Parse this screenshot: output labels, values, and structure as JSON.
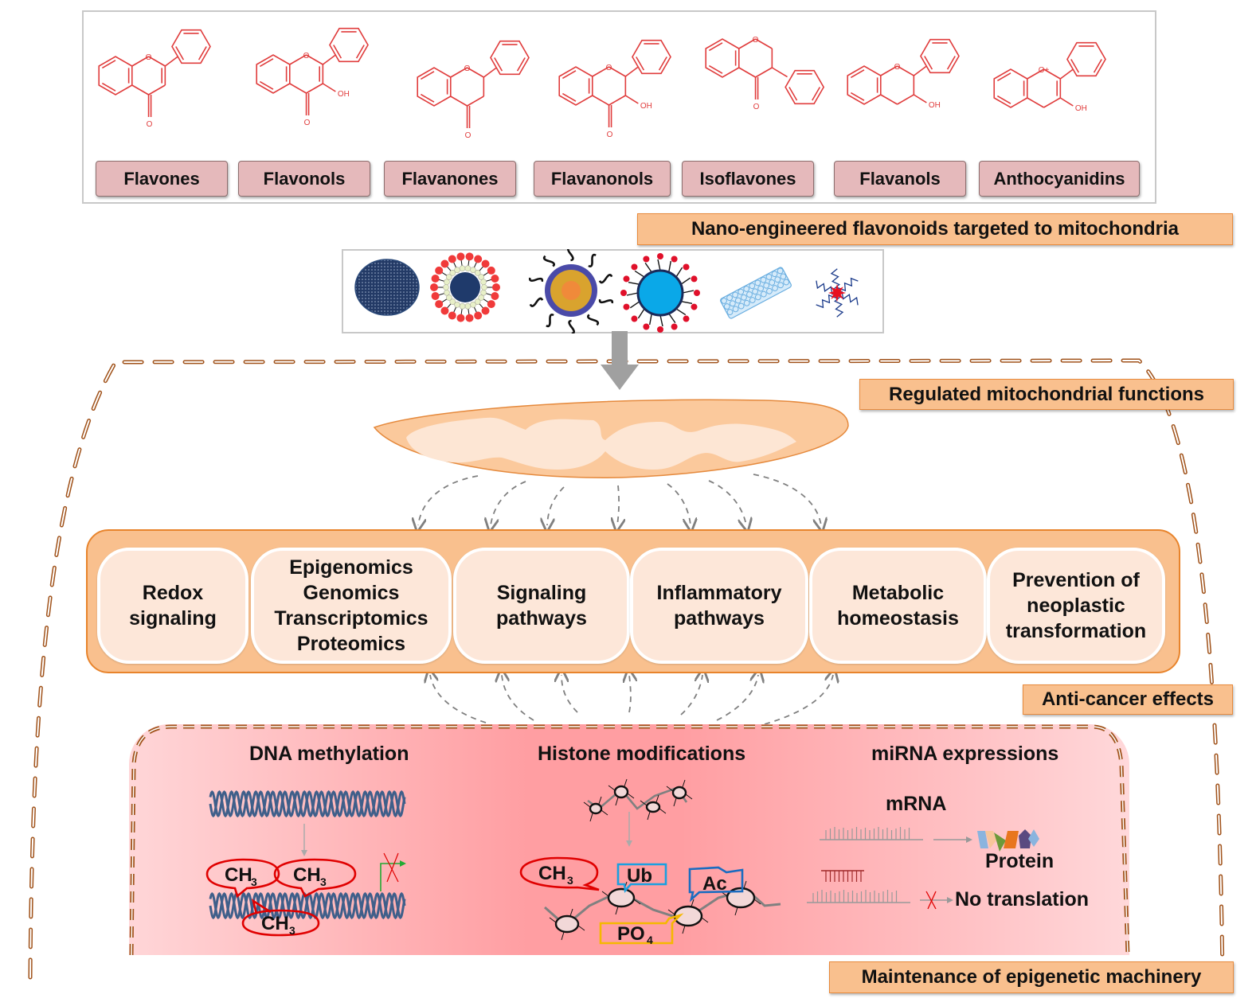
{
  "flavonoid_classes": [
    {
      "label": "Flavones"
    },
    {
      "label": "Flavonols"
    },
    {
      "label": "Flavanones"
    },
    {
      "label": "Flavanonols"
    },
    {
      "label": "Isoflavones"
    },
    {
      "label": "Flavanols"
    },
    {
      "label": "Anthocyanidins"
    }
  ],
  "structure_atom_labels": {
    "oxygen": "O",
    "oxygen_cation": "O+",
    "hydroxyl": "OH"
  },
  "labels": {
    "nano_engineered": "Nano-engineered flavonoids targeted to mitochondria",
    "regulated_functions": "Regulated mitochondrial functions",
    "anti_cancer": "Anti-cancer effects",
    "epigenetic_maintenance": "Maintenance of epigenetic machinery"
  },
  "nanocarriers": [
    {
      "name": "nanoparticle"
    },
    {
      "name": "liposome"
    },
    {
      "name": "polymeric-micelle"
    },
    {
      "name": "dendrimer"
    },
    {
      "name": "carbon-nanotube"
    },
    {
      "name": "nanogel"
    }
  ],
  "effects": [
    {
      "lines": [
        "Redox",
        "signaling"
      ]
    },
    {
      "lines": [
        "Epigenomics",
        "Genomics",
        "Transcriptomics",
        "Proteomics"
      ]
    },
    {
      "lines": [
        "Signaling",
        "pathways"
      ]
    },
    {
      "lines": [
        "Inflammatory",
        "pathways"
      ]
    },
    {
      "lines": [
        "Metabolic",
        "homeostasis"
      ]
    },
    {
      "lines": [
        "Prevention of",
        "neoplastic",
        "transformation"
      ]
    }
  ],
  "epigenetics": {
    "dna_methylation": {
      "title": "DNA methylation",
      "mark": "CH",
      "subscript": "3"
    },
    "histone_modifications": {
      "title": "Histone modifications",
      "marks": {
        "methyl": {
          "text": "CH",
          "sub": "3"
        },
        "ubiquitin": {
          "text": "Ub"
        },
        "acetyl": {
          "text": "Ac"
        },
        "phosphate": {
          "text": "PO",
          "sub": "4"
        }
      }
    },
    "mirna": {
      "title": "miRNA expressions",
      "mrna_label": "mRNA",
      "protein_label": "Protein",
      "no_translation_label": "No translation"
    }
  },
  "colors": {
    "structure_red": "#e03c3c",
    "button_pink": "#e5b9bb",
    "label_orange": "#f9c08e",
    "dash_brown": "#a0521a",
    "card_peach": "#fde7d9",
    "dna_blue": "#3f5f8a",
    "methyl_red": "#e00000",
    "ub_blue": "#1aa0e0",
    "ac_blue": "#1a6cc0",
    "po4_yellow": "#f5b800"
  }
}
